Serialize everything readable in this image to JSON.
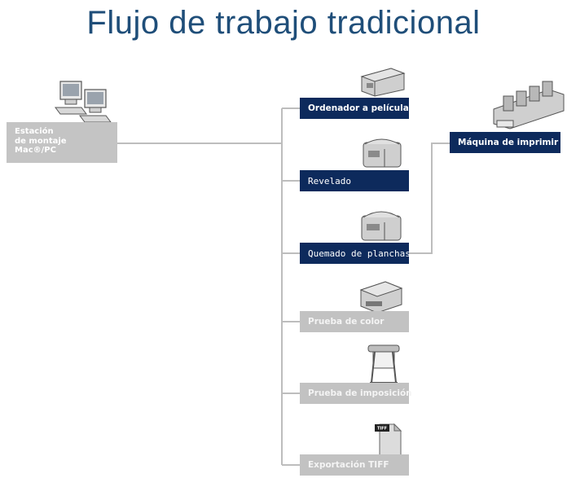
{
  "title": "Flujo de trabajo tradicional",
  "station": {
    "line1": "Estación",
    "line2": "de montaje",
    "line3": "Mac®/PC"
  },
  "devices": [
    {
      "label": "Ordenador a película",
      "style": "active",
      "icon": "imagesetter-icon"
    },
    {
      "label": "Revelado",
      "style": "active",
      "icon": "processor-icon"
    },
    {
      "label": "Quemado de planchas",
      "style": "active",
      "icon": "platesetter-icon"
    },
    {
      "label": "Prueba de color",
      "style": "inactive",
      "icon": "color-printer-icon"
    },
    {
      "label": "Prueba de imposición",
      "style": "inactive",
      "icon": "plotter-icon"
    },
    {
      "label": "Exportación TIFF",
      "style": "inactive",
      "icon": "tiff-file-icon"
    }
  ],
  "press": {
    "label": "Máquina de imprimir",
    "icon": "printing-press-icon"
  },
  "tiff_badge": "TIFF",
  "colors": {
    "title": "#1f4e79",
    "active_box": "#0d2a5c",
    "inactive_box": "#c2c2c2",
    "connector": "#bdbdbd"
  }
}
